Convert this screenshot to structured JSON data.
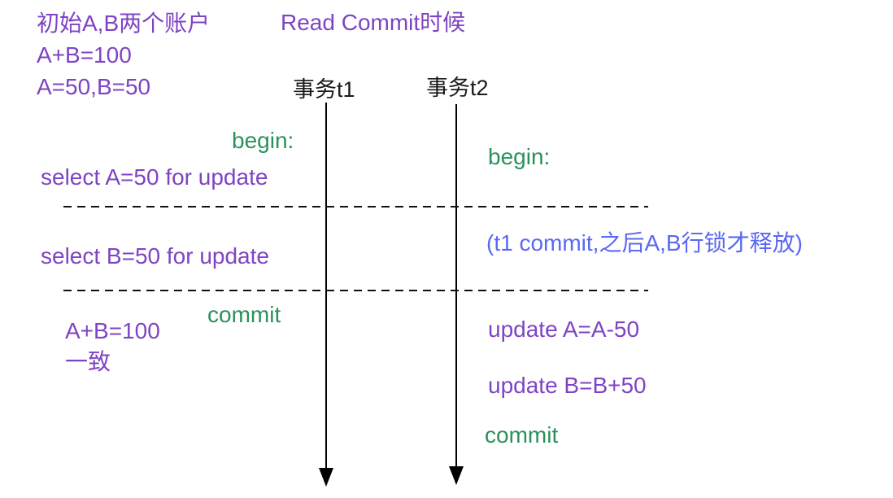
{
  "diagram": {
    "background_color": "#ffffff",
    "colors": {
      "purple_text": "#7e44c3",
      "green_text": "#2b915c",
      "blue_text": "#5a68f2",
      "timeline_black": "#000000"
    },
    "header": {
      "initial_note": {
        "line1": "初始A,B两个账户",
        "line2": "A+B=100",
        "line3": "A=50,B=50"
      },
      "title": "Read Commit时候"
    },
    "lanes": {
      "t1_label": "事务t1",
      "t2_label": "事务t2"
    },
    "t1_events": {
      "begin": "begin:",
      "select_a": "select A=50 for update",
      "select_b": "select B=50 for update",
      "commit": "commit",
      "result": {
        "line1": "A+B=100",
        "line2": "一致"
      }
    },
    "t2_events": {
      "begin": "begin:",
      "lock_note": "(t1 commit,之后A,B行锁才释放)",
      "update_a": "update A=A-50",
      "update_b": "update B=B+50",
      "commit": "commit"
    }
  }
}
